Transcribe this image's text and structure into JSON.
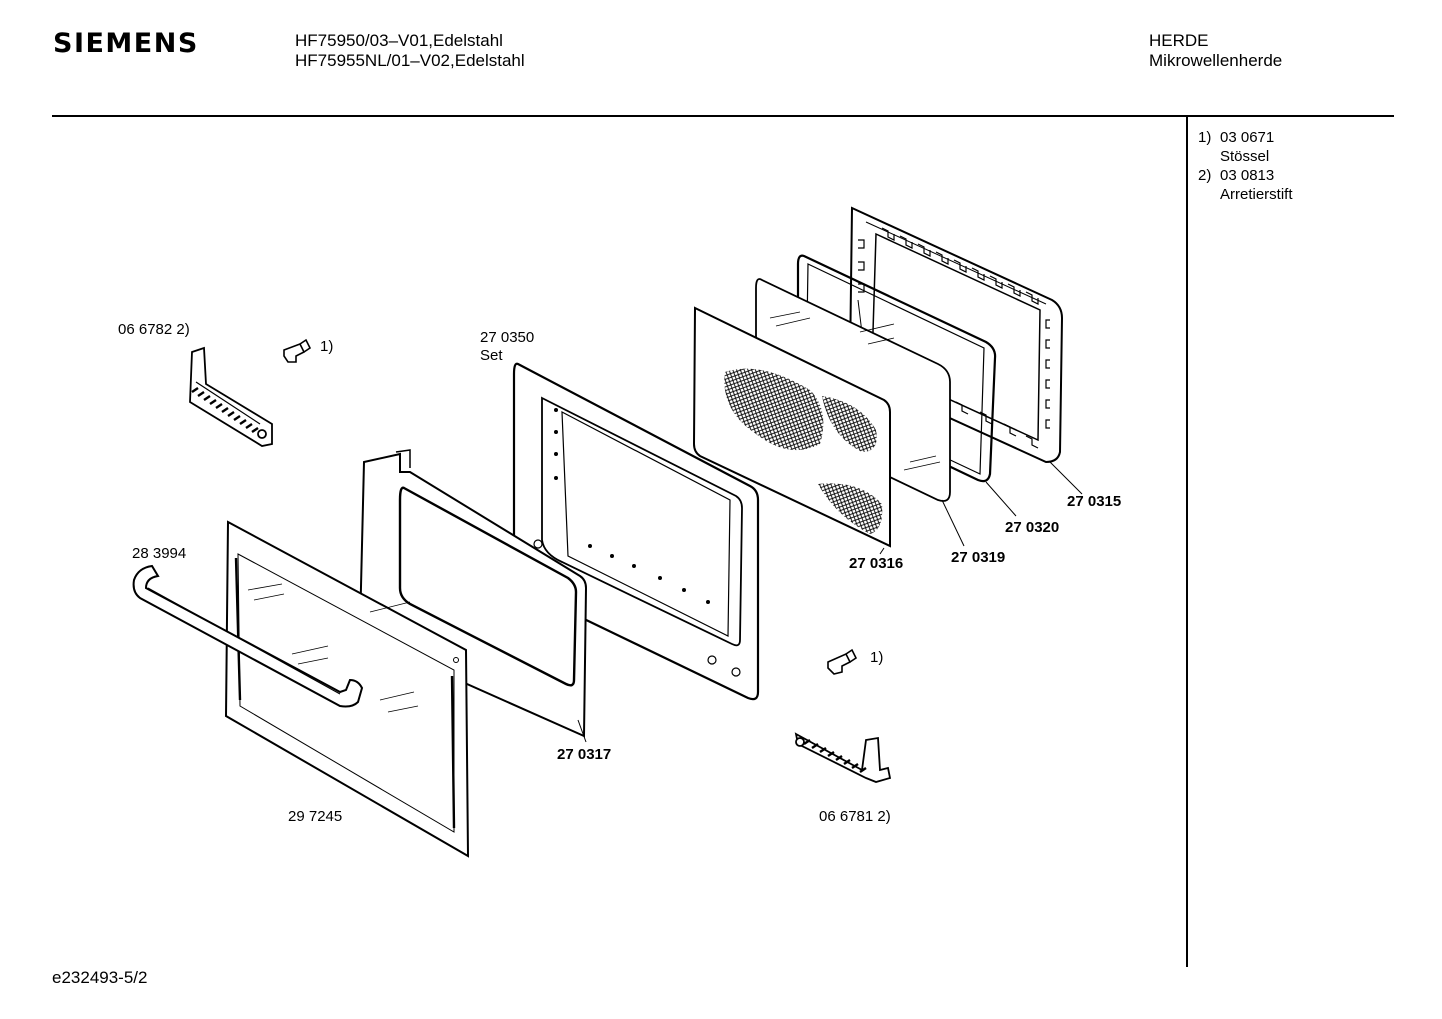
{
  "header": {
    "brand": "SIEMENS",
    "models": [
      "HF75950/03–V01,Edelstahl",
      "HF75955NL/01–V02,Edelstahl"
    ],
    "category": "HERDE",
    "subcategory": "Mikrowellenherde"
  },
  "legend": [
    {
      "num": "1)",
      "code": "03 0671",
      "desc": "Stössel"
    },
    {
      "num": "2)",
      "code": "03 0813",
      "desc": "Arretierstift"
    }
  ],
  "labels": {
    "hinge_left": "06 6782 2)",
    "pin_left": "1)",
    "set_code": "27 0350",
    "set_word": "Set",
    "handle": "28 3994",
    "outer_glass": "29 7245",
    "inner_gasket": "27 0317",
    "mesh_panel": "27 0316",
    "glass_pane": "27 0319",
    "seal_frame": "27 0320",
    "choke_frame": "27 0315",
    "pin_right": "1)",
    "hinge_right": "06 6781 2)"
  },
  "footer": {
    "doc_id": "e232493-5/2"
  }
}
